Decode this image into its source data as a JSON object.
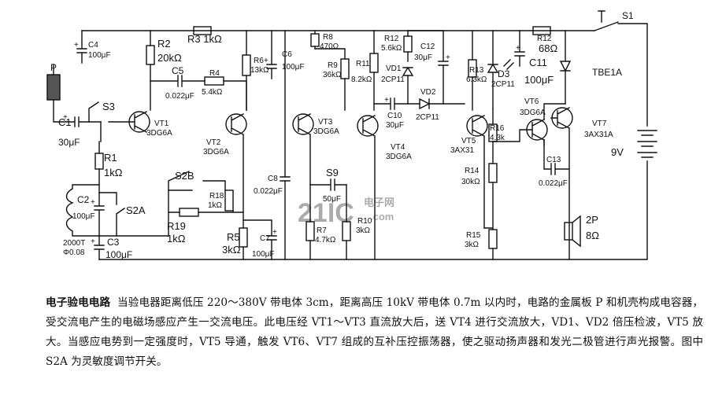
{
  "labels": {
    "P": "P",
    "C1": "C1",
    "C1_val": "30μF",
    "S3": "S3",
    "C4": "C4",
    "C4_val": "100μF",
    "R2": "R2",
    "R2_val": "20kΩ",
    "R3": "R3 1kΩ",
    "C5": "C5",
    "C5_val": "0.022μF",
    "R4": "R4",
    "R4_val": "5.4kΩ",
    "R6": "R6",
    "R6_val": "13kΩ",
    "C6": "C6",
    "C6_val": "100μF",
    "R8": "R8",
    "R8_val": "470Ω",
    "R9": "R9",
    "R9_val": "36kΩ",
    "R11": "R11",
    "R11_val": "8.2kΩ",
    "R12": "R12",
    "R12_val": "5.6kΩ",
    "C12": "C12",
    "C12_val": "30μF",
    "VD1": "VD1",
    "VD1_type": "2CP11",
    "VD2": "VD2",
    "VD2_type": "2CP11",
    "C10": "C10",
    "C10_val": "30μF",
    "R13": "R13",
    "R13_val": "6.3kΩ",
    "D3": "D3",
    "D3_type": "2CP11",
    "R12b": "R12",
    "R12b_val": "68Ω",
    "C11": "C11",
    "C11_val": "100μF",
    "S1": "S1",
    "TBE1A": "TBE1A",
    "VT1": "VT1",
    "VT1_type": "3DG6A",
    "VT2": "VT2",
    "VT2_type": "3DG6A",
    "VT3": "VT3",
    "VT3_type": "3DG6A",
    "VT4": "VT4",
    "VT4_type": "3DG6A",
    "VT5": "VT5",
    "VT5_type": "3AX31",
    "VT6": "VT6",
    "VT6_type": "3DG6A",
    "VT7": "VT7",
    "VT7_type": "3AX31A",
    "battery": "9V",
    "R1": "R1",
    "R1_val": "1kΩ",
    "C2": "C2",
    "C2_val": "100μF",
    "S2A": "S2A",
    "coil": "2000T",
    "coil_wire": "Φ0.08",
    "C3": "C3",
    "C3_val": "100μF",
    "S2B": "S2B",
    "R18": "R18",
    "R18_val": "1kΩ",
    "R19": "R19",
    "R19_val": "1kΩ",
    "R5": "R5",
    "R5_val": "3kΩ",
    "C7": "C7",
    "C7_val": "100μF",
    "C8": "C8",
    "C8_val": "0.022μF",
    "S9": "S9",
    "S9_val": "50μF",
    "R7": "R7",
    "R7_val": "4.7kΩ",
    "R10": "R10",
    "R10_val": "3kΩ",
    "R16": "R16",
    "R16_val": "4.3k",
    "R14": "R14",
    "R14_val": "30kΩ",
    "R15": "R15",
    "R15_val": "3kΩ",
    "C13": "C13",
    "C13_val": "0.022μF",
    "speaker": "2P",
    "speaker_val": "8Ω"
  },
  "watermark": {
    "logo": "21IC",
    "site": "电子网",
    "domain": ".com"
  },
  "caption": {
    "title": "电子验电电路",
    "body": "当验电器距离低压 220～380V 带电体 3cm，距离高压 10kV 带电体 0.7m 以内时，电路的金属板 P 和机壳构成电容器，受交流电产生的电磁场感应产生一交流电压。此电压经 VT1～VT3 直流放大后，送 VT4 进行交流放大，VD1、VD2 倍压检波，VT5 放大。当感应电势到一定强度时，VT5 导通，触发 VT6、VT7 组成的互补压控振荡器，使之驱动扬声器和发光二极管进行声光报警。图中 S2A 为灵敏度调节开关。"
  }
}
